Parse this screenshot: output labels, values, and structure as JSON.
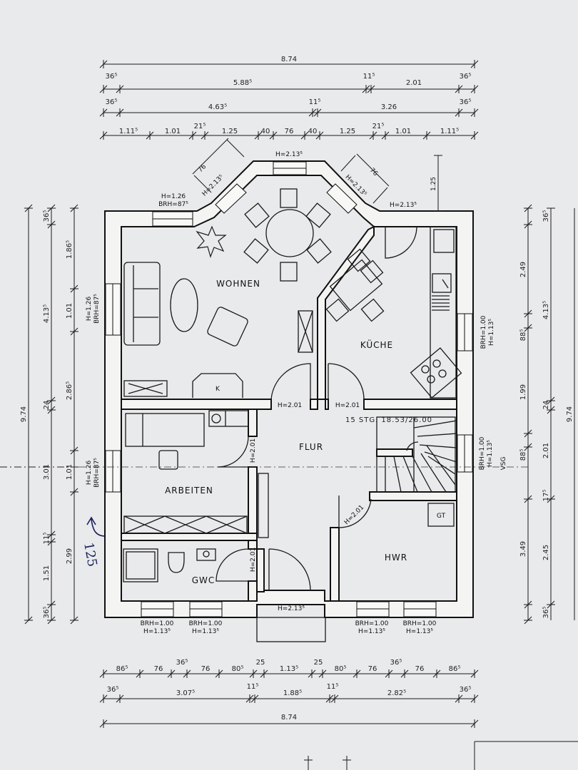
{
  "rooms": {
    "wohnen": "WOHNEN",
    "kueche": "KÜCHE",
    "flur": "FLUR",
    "arbeiten": "ARBEITEN",
    "gwc": "GWC",
    "hwr": "HWR",
    "k": "K",
    "gt": "GT"
  },
  "dims_top": {
    "row1": [
      "8.74"
    ],
    "row2": [
      "36⁵",
      "5.88⁵",
      "11⁵",
      "2.01",
      "36⁵"
    ],
    "row3": [
      "36⁵",
      "4.63⁵",
      "11⁵",
      "3.26",
      "36⁵"
    ],
    "row4": [
      "1.11⁵",
      "1.01",
      "21⁵",
      "1.25",
      "40",
      "76",
      "40",
      "1.25",
      "21⁵",
      "1.01",
      "1.11⁵"
    ]
  },
  "dims_bottom": {
    "row1": [
      "86⁵",
      "76",
      "36⁵",
      "76",
      "80⁵",
      "25",
      "1.13⁵",
      "25",
      "80⁵",
      "76",
      "36⁵",
      "76",
      "86⁵"
    ],
    "row2": [
      "36⁵",
      "3.07⁵",
      "11⁵",
      "1.88⁵",
      "11⁵",
      "2.82⁵",
      "36⁵"
    ],
    "row3": [
      "8.74"
    ]
  },
  "dims_left": {
    "col1": [
      "9.74"
    ],
    "col2": [
      "36⁵",
      "4.13⁵",
      "24",
      "3.01",
      "11⁵",
      "1.51",
      "36⁵"
    ],
    "col3": [
      "1.86⁵",
      "1.01",
      "2.86⁵",
      "1.01",
      "2.99"
    ]
  },
  "dims_right": {
    "col1": [
      "36⁵",
      "2.49",
      "88⁵",
      "1.99",
      "88⁵",
      "17⁵",
      "3.49",
      "36⁵"
    ],
    "col2": [
      "4.13⁵",
      "24",
      "2.01",
      "2.45"
    ],
    "col3": [
      "9.74"
    ]
  },
  "annotations": {
    "h213_top": "H=2.13⁵",
    "h213_right": "H=2.13⁵",
    "h213_ne": "H=2.13⁵",
    "h213_nw": "H=2.13⁵",
    "h213_entry": "H=2.13⁵",
    "d76_left": "76",
    "d76_right": "76",
    "d125_right": "1.25",
    "wohnen_win_h": "H=1.26",
    "wohnen_win_brh": "BRH=87⁵",
    "wohnen_side_h": "H=1.26",
    "wohnen_side_brh": "BRH=87⁵",
    "arb_side_h": "H=1.26",
    "arb_side_brh": "BRH=87⁵",
    "door_wohnen": "H=2.01",
    "door_kueche": "H=2.01",
    "door_arbeiten": "H=2.01",
    "door_gwc": "H=2.01",
    "door_hwr": "H=2.01",
    "stair": "15 STG. 18.53/26.00",
    "kueche_brh": "BRH=1.00",
    "kueche_h": "H=1.13⁵",
    "flur_brh": "BRH=1.00",
    "flur_h": "H=1.13⁵",
    "vsg": "VSG",
    "win_b1_brh": "BRH=1.00",
    "win_b1_h": "H=1.13⁵",
    "win_b2_brh": "BRH=1.00",
    "win_b2_h": "H=1.13⁵",
    "win_b3_brh": "BRH=1.00",
    "win_b3_h": "H=1.13⁵",
    "win_b4_brh": "BRH=1.00",
    "win_b4_h": "H=1.13⁵",
    "handwritten": "125"
  },
  "colors": {
    "paper": "#e9eaec",
    "ink": "#1a1a1a",
    "wall_fill": "#f4f4f2"
  }
}
